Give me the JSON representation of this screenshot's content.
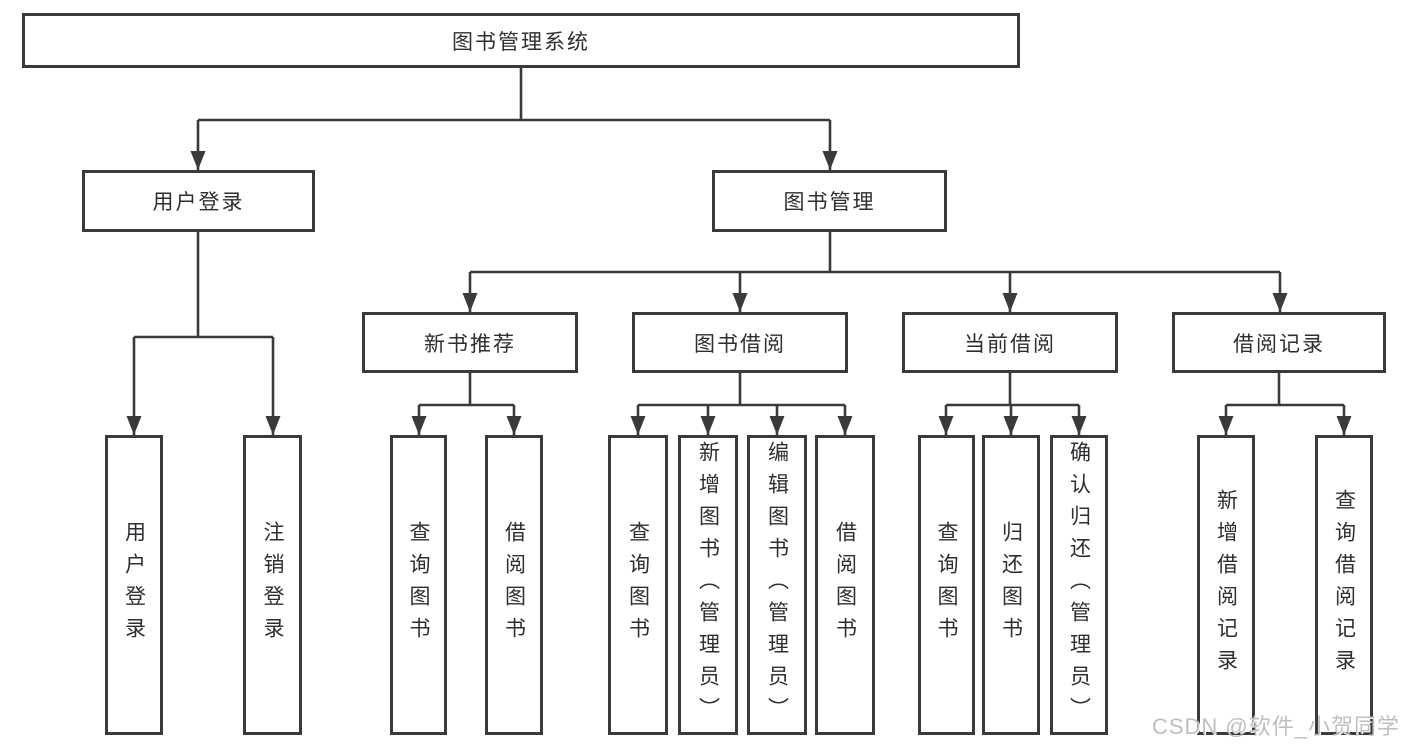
{
  "tree": {
    "label": "图书管理系统",
    "children": [
      {
        "label": "用户登录",
        "children": [
          {
            "label": "用户登录"
          },
          {
            "label": "注销登录"
          }
        ]
      },
      {
        "label": "图书管理",
        "children": [
          {
            "label": "新书推荐",
            "children": [
              {
                "label": "查询图书"
              },
              {
                "label": "借阅图书"
              }
            ]
          },
          {
            "label": "图书借阅",
            "children": [
              {
                "label": "查询图书"
              },
              {
                "label": "新增图书（管理员）"
              },
              {
                "label": "编辑图书（管理员）"
              },
              {
                "label": "借阅图书"
              }
            ]
          },
          {
            "label": "当前借阅",
            "children": [
              {
                "label": "查询图书"
              },
              {
                "label": "归还图书"
              },
              {
                "label": "确认归还（管理员）"
              }
            ]
          },
          {
            "label": "借阅记录",
            "children": [
              {
                "label": "新增借阅记录"
              },
              {
                "label": "查询借阅记录"
              }
            ]
          }
        ]
      }
    ]
  },
  "watermark": {
    "text": "CSDN @软件_小贺同学"
  },
  "colors": {
    "border": "#3a3a3a",
    "text": "#2e2e33",
    "background": "#ffffff",
    "watermark": "#bfbfbf"
  }
}
